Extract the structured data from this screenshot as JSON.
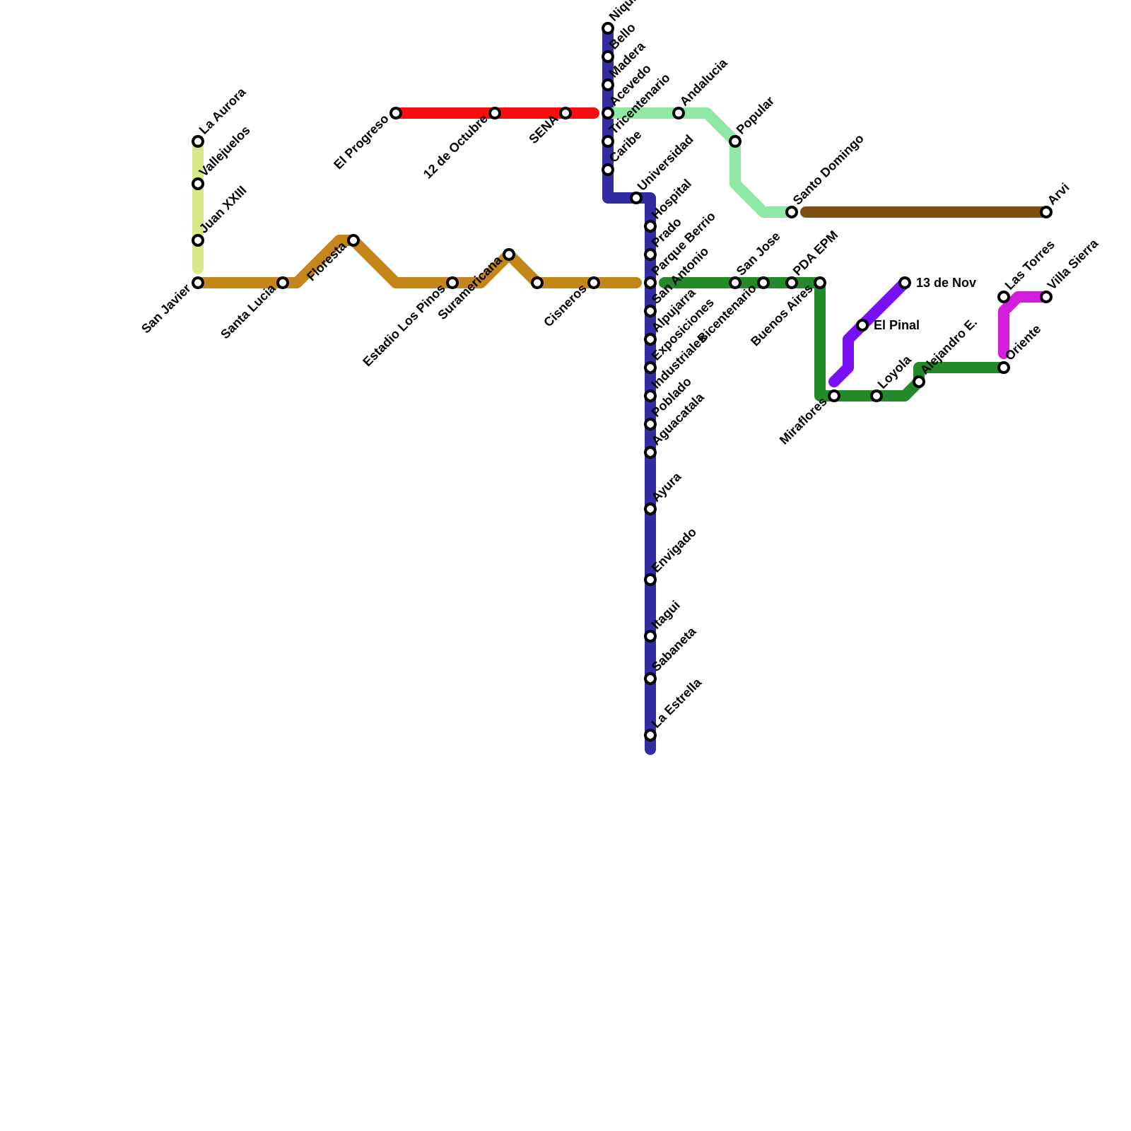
{
  "lines": [
    {
      "id": "line-1",
      "name": "",
      "color": "#d4ea8a"
    },
    {
      "id": "line-2",
      "name": "",
      "color": "#c4861a"
    },
    {
      "id": "line-3",
      "name": "",
      "color": "#f70f10"
    },
    {
      "id": "line-4",
      "name": "",
      "color": "#322ca0"
    },
    {
      "id": "line-5",
      "name": "",
      "color": "#8ee9a5"
    },
    {
      "id": "line-6",
      "name": "",
      "color": "#7d4f14"
    },
    {
      "id": "line-7",
      "name": "",
      "color": "#238a2a"
    },
    {
      "id": "line-8",
      "name": "",
      "color": "#7710f5"
    },
    {
      "id": "line-9",
      "name": "",
      "color": "#d21edc"
    }
  ],
  "stations": [
    {
      "key": "la-aurora",
      "name": "La Aurora"
    },
    {
      "key": "vallejuelos",
      "name": "Vallejuelos"
    },
    {
      "key": "juan-xxiii",
      "name": "Juan XXIII"
    },
    {
      "key": "san-javier",
      "name": "San Javier"
    },
    {
      "key": "santa-lucia",
      "name": "Santa Lucia"
    },
    {
      "key": "floresta",
      "name": "Floresta"
    },
    {
      "key": "estadio-los-pinos",
      "name": "Estadio Los Pinos"
    },
    {
      "key": "suramericana",
      "name": "Suramericana"
    },
    {
      "key": "estadio",
      "name": ""
    },
    {
      "key": "cisneros",
      "name": "Cisneros"
    },
    {
      "key": "el-progreso",
      "name": "El Progreso"
    },
    {
      "key": "12-de-octubre",
      "name": "12 de Octubre"
    },
    {
      "key": "sena",
      "name": "SENA"
    },
    {
      "key": "niquia",
      "name": "Niquia"
    },
    {
      "key": "bello",
      "name": "Bello"
    },
    {
      "key": "madera",
      "name": "Madera"
    },
    {
      "key": "acevedo",
      "name": "Acevedo"
    },
    {
      "key": "tricentenario",
      "name": "Tricentenario"
    },
    {
      "key": "caribe",
      "name": "Caribe"
    },
    {
      "key": "universidad",
      "name": "Universidad"
    },
    {
      "key": "hospital",
      "name": "Hospital"
    },
    {
      "key": "prado",
      "name": "Prado"
    },
    {
      "key": "parque-berrio",
      "name": "Parque Berrio"
    },
    {
      "key": "san-antonio",
      "name": "San Antonio"
    },
    {
      "key": "alpujarra",
      "name": "Alpujarra"
    },
    {
      "key": "exposiciones",
      "name": "Exposiciones"
    },
    {
      "key": "industriales",
      "name": "Industriales"
    },
    {
      "key": "poblado",
      "name": "Poblado"
    },
    {
      "key": "aguacatala",
      "name": "Aguacatala"
    },
    {
      "key": "ayura",
      "name": "Ayura"
    },
    {
      "key": "envigado",
      "name": "Envigado"
    },
    {
      "key": "itagui",
      "name": "Itagui"
    },
    {
      "key": "sabaneta",
      "name": "Sabaneta"
    },
    {
      "key": "la-estrella",
      "name": "La Estrella"
    },
    {
      "key": "andalucia",
      "name": "Andalucia"
    },
    {
      "key": "popular",
      "name": "Popular"
    },
    {
      "key": "santo-domingo",
      "name": "Santo Domingo"
    },
    {
      "key": "arvi",
      "name": "Arvi"
    },
    {
      "key": "san-jose",
      "name": "San Jose"
    },
    {
      "key": "bicentenario",
      "name": "Bicentenario"
    },
    {
      "key": "pda-epm",
      "name": "PDA EPM"
    },
    {
      "key": "buenos-aires",
      "name": "Buenos Aires"
    },
    {
      "key": "miraflores",
      "name": "Miraflores"
    },
    {
      "key": "loyola",
      "name": "Loyola"
    },
    {
      "key": "alejandro-e",
      "name": "Alejandro E."
    },
    {
      "key": "oriente",
      "name": "Oriente"
    },
    {
      "key": "el-pinal",
      "name": "El Pinal"
    },
    {
      "key": "13-de-nov",
      "name": "13 de Nov"
    },
    {
      "key": "las-torres",
      "name": "Las Torres"
    },
    {
      "key": "villa-sierra",
      "name": "Villa Sierra"
    }
  ]
}
